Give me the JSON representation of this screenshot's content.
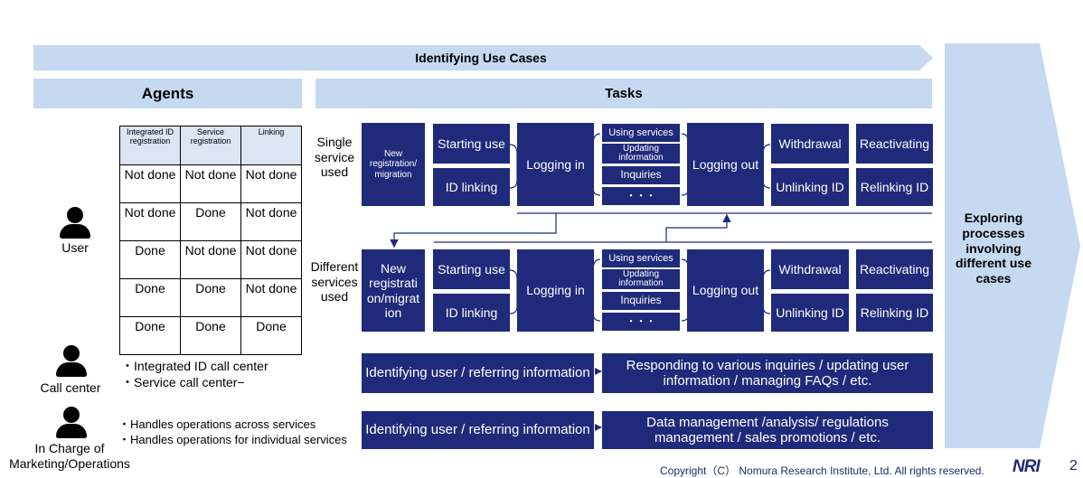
{
  "header": {
    "title": "Identifying Use Cases",
    "agents_label": "Agents",
    "tasks_label": "Tasks"
  },
  "exploring": {
    "text": "Exploring processes involving different use cases"
  },
  "table": {
    "headers": [
      "Integrated ID registration",
      "Service registration",
      "Linking"
    ],
    "rows": [
      [
        "Not done",
        "Not done",
        "Not done"
      ],
      [
        "Not done",
        "Done",
        "Not done"
      ],
      [
        "Done",
        "Not done",
        "Not done"
      ],
      [
        "Done",
        "Done",
        "Not done"
      ],
      [
        "Done",
        "Done",
        "Done"
      ]
    ]
  },
  "agents": {
    "user": "User",
    "call_center": "Call center",
    "marketing": "In Charge of Marketing/Operations",
    "call_center_items": [
      "・Integrated ID call center",
      "・Service call center−"
    ],
    "marketing_items": [
      "・Handles operations across services",
      "・Handles operations for individual services"
    ]
  },
  "single": {
    "label": "Single service used",
    "new_reg": "New registration/ migration",
    "starting": "Starting use",
    "id_linking": "ID linking",
    "logging_in": "Logging in",
    "using": "Using services",
    "updating": "Updating information",
    "inquiries": "Inquiries",
    "dots": "・・・",
    "logging_out": "Logging out",
    "withdrawal": "Withdrawal",
    "unlinking": "Unlinking ID",
    "reactivating": "Reactivating",
    "relinking": "Relinking ID"
  },
  "different": {
    "label": "Different services used",
    "new_reg": "New registrati on/migrat ion",
    "starting": "Starting use",
    "id_linking": "ID linking",
    "logging_in": "Logging in",
    "using": "Using services",
    "updating": "Updating information",
    "inquiries": "Inquiries",
    "dots": "・・・",
    "logging_out": "Logging out",
    "withdrawal": "Withdrawal",
    "unlinking": "Unlinking ID",
    "reactivating": "Reactivating",
    "relinking": "Relinking ID"
  },
  "call_center_tasks": {
    "identify": "Identifying user / referring information",
    "respond": "Responding to various inquiries / updating user information / managing FAQs / etc."
  },
  "marketing_tasks": {
    "identify": "Identifying user / referring information",
    "data": "Data management /analysis/ regulations management  / sales promotions / etc."
  },
  "footer": {
    "copyright": "Copyright（C） Nomura Research Institute, Ltd. All rights reserved.",
    "logo": "NRI",
    "page": "2"
  },
  "colors": {
    "navy": "#1f2a7a",
    "banner": "#c5d9f1"
  }
}
